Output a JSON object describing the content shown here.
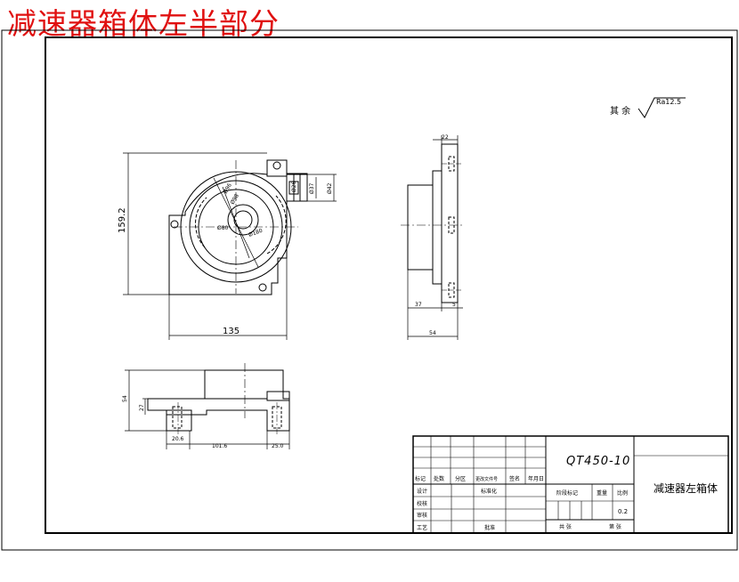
{
  "banner": {
    "title": "减速器箱体左半部分"
  },
  "drawing": {
    "roughness_prefix": "其 余",
    "roughness_value": "Ra12.5",
    "front_dims": {
      "height": "159.2",
      "width": "135",
      "d1": "Ø80",
      "d2": "Ø180",
      "d3": "Ø98",
      "d4": "Ø96",
      "d5": "Ø26",
      "d6": "Ø37",
      "d7": "Ø42"
    },
    "side_dims": {
      "top": "22",
      "bottom_left": "37",
      "bottom_right": "5",
      "overall": "54"
    },
    "bottom_dims": {
      "height": "54",
      "step": "27",
      "left": "20.6",
      "middle": "101.6",
      "right": "25.0"
    }
  },
  "title_block": {
    "drawing_number": "QT450-10",
    "part_name": "减速器左箱体",
    "headers": [
      "标记",
      "处数",
      "分区",
      "更改文件号",
      "签名",
      "年月日"
    ],
    "roles": [
      "设计",
      "校核",
      "审核",
      "工艺"
    ],
    "std_label": "标准化",
    "approve_label": "批准",
    "stage_label": "阶段标记",
    "weight_label": "重量",
    "scale_label": "比例",
    "scale_value": "0.2",
    "sheet_total": "共 张",
    "sheet_no": "第 张"
  }
}
